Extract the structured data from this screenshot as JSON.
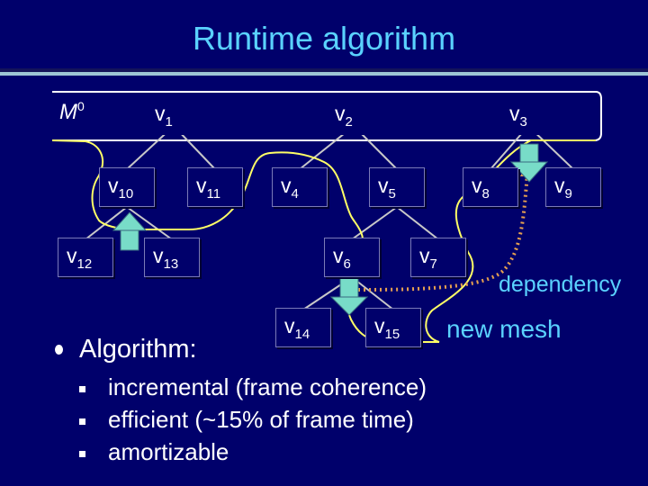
{
  "title": "Runtime algorithm",
  "mesh_label": {
    "base": "M",
    "sup": "0"
  },
  "nodes": [
    {
      "id": "v1",
      "base": "v",
      "sub": "1"
    },
    {
      "id": "v2",
      "base": "v",
      "sub": "2"
    },
    {
      "id": "v3",
      "base": "v",
      "sub": "3"
    },
    {
      "id": "v10",
      "base": "v",
      "sub": "10"
    },
    {
      "id": "v11",
      "base": "v",
      "sub": "11"
    },
    {
      "id": "v4",
      "base": "v",
      "sub": "4"
    },
    {
      "id": "v5",
      "base": "v",
      "sub": "5"
    },
    {
      "id": "v8",
      "base": "v",
      "sub": "8"
    },
    {
      "id": "v9",
      "base": "v",
      "sub": "9"
    },
    {
      "id": "v12",
      "base": "v",
      "sub": "12"
    },
    {
      "id": "v13",
      "base": "v",
      "sub": "13"
    },
    {
      "id": "v6",
      "base": "v",
      "sub": "6"
    },
    {
      "id": "v7",
      "base": "v",
      "sub": "7"
    },
    {
      "id": "v14",
      "base": "v",
      "sub": "14"
    },
    {
      "id": "v15",
      "base": "v",
      "sub": "15"
    }
  ],
  "edges": [
    [
      "v1",
      "v10"
    ],
    [
      "v1",
      "v11"
    ],
    [
      "v2",
      "v4"
    ],
    [
      "v2",
      "v5"
    ],
    [
      "v3",
      "v8"
    ],
    [
      "v3",
      "v9"
    ],
    [
      "v10",
      "v12"
    ],
    [
      "v10",
      "v13"
    ],
    [
      "v5",
      "v6"
    ],
    [
      "v5",
      "v7"
    ],
    [
      "v6",
      "v14"
    ],
    [
      "v6",
      "v15"
    ]
  ],
  "labels": {
    "dependency": "dependency",
    "new_mesh": "new mesh"
  },
  "algorithm": {
    "heading": "Algorithm:",
    "items": [
      "incremental (frame coherence)",
      "efficient (~15% of frame time)",
      "amortizable"
    ]
  },
  "colors": {
    "background": "#00006b",
    "title": "#5ad2ff",
    "edge": "#c8c8c8",
    "boundary": "#ffffff",
    "new_mesh_curve": "#ffff66",
    "dependency": "#e6a050",
    "arrow_fill": "#78dcc8"
  }
}
